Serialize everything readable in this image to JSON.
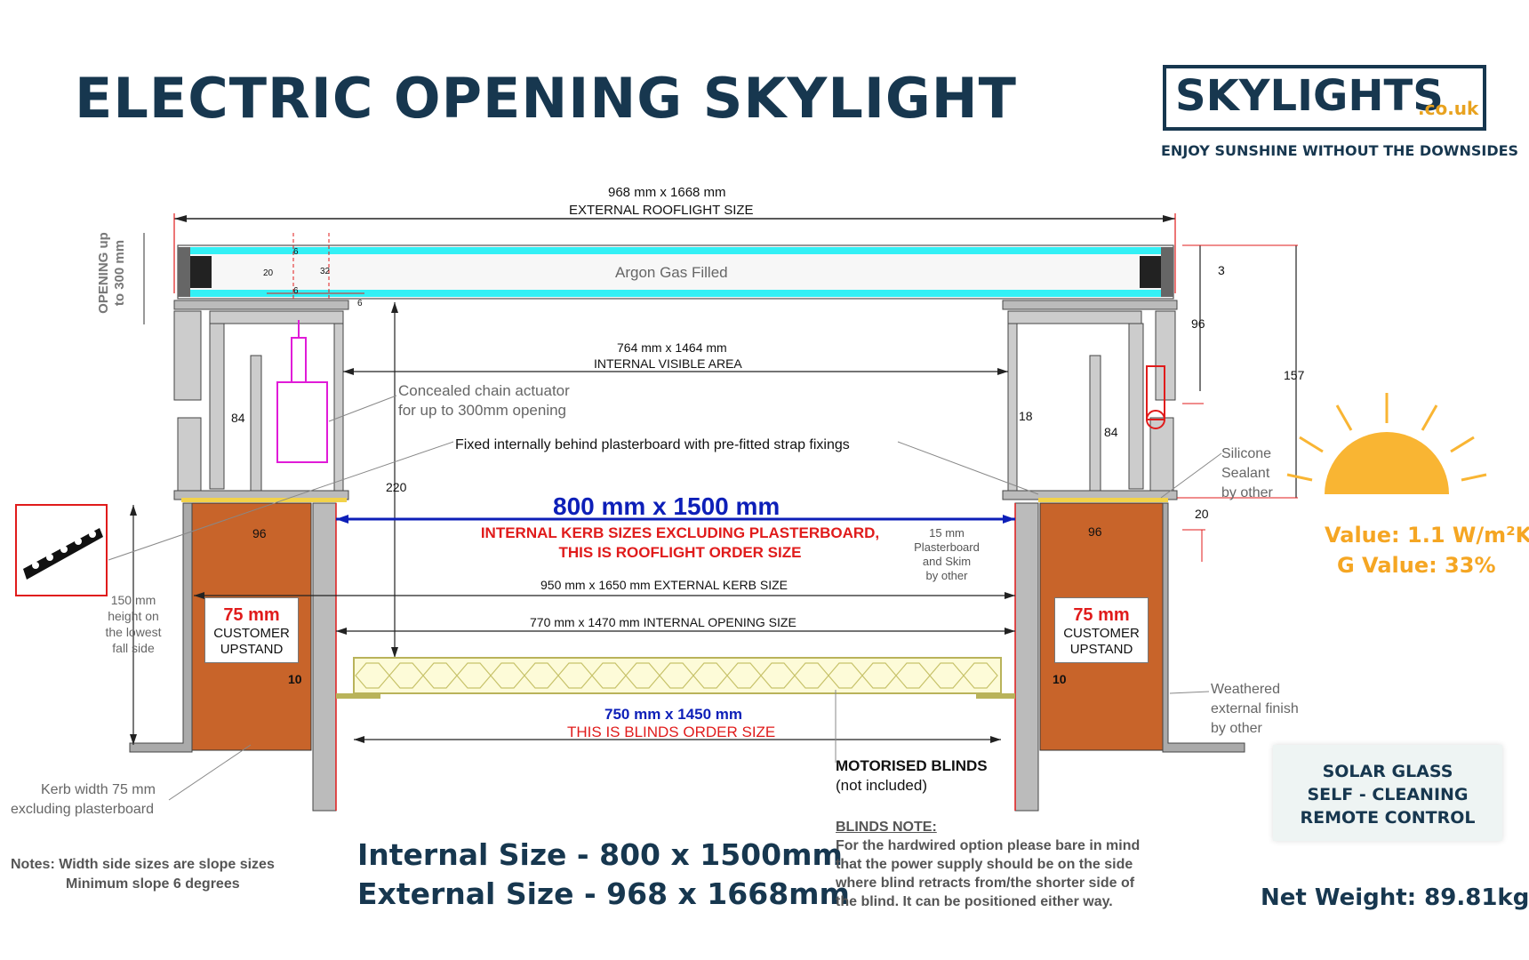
{
  "header": {
    "title": "ELECTRIC OPENING SKYLIGHT",
    "logo_main": "SKYLIGHTS",
    "logo_suffix": ".co.uk",
    "tagline": "ENJOY SUNSHINE WITHOUT THE DOWNSIDES"
  },
  "diagram": {
    "ext_rooflight_dims": "968 mm x 1668 mm",
    "ext_rooflight_label": "EXTERNAL ROOFLIGHT SIZE",
    "opening_line1": "OPENING up",
    "opening_line2": "to 300 mm",
    "argon": "Argon Gas Filled",
    "internal_visible_dims": "764 mm x 1464 mm",
    "internal_visible_label": "INTERNAL VISIBLE AREA",
    "actuator_line1": "Concealed chain actuator",
    "actuator_line2": "for up to 300mm opening",
    "fixed_note": "Fixed internally behind plasterboard with pre-fitted strap fixings",
    "kerb_size": "800 mm x 1500 mm",
    "kerb_note_line1": "INTERNAL KERB SIZES EXCLUDING PLASTERBOARD,",
    "kerb_note_line2": "THIS IS ROOFLIGHT ORDER SIZE",
    "plasterboard_line1": "15 mm",
    "plasterboard_line2": "Plasterboard",
    "plasterboard_line3": "and Skim",
    "plasterboard_line4": "by other",
    "ext_kerb": "950 mm x 1650 mm EXTERNAL KERB SIZE",
    "int_opening": "770 mm x 1470 mm INTERNAL OPENING SIZE",
    "blinds_size": "750 mm x 1450 mm",
    "blinds_label": "THIS IS BLINDS ORDER SIZE",
    "motorised_label": "MOTORISED BLINDS",
    "motorised_sub": "(not included)",
    "upstand_mm": "75 mm",
    "upstand_line1": "CUSTOMER",
    "upstand_line2": "UPSTAND",
    "height_line1": "150 mm",
    "height_line2": "height on",
    "height_line3": "the lowest",
    "height_line4": "fall side",
    "kerb_width_line1": "Kerb width 75 mm",
    "kerb_width_line2": "excluding plasterboard",
    "silicone_line1": "Silicone",
    "silicone_line2": "Sealant",
    "silicone_line3": "by other",
    "weathered_line1": "Weathered",
    "weathered_line2": "external finish",
    "weathered_line3": "by other",
    "d3": "3",
    "d96a": "96",
    "d157": "157",
    "d220": "220",
    "d84a": "84",
    "d84b": "84",
    "d18": "18",
    "d20a": "20",
    "d96l": "96",
    "d96r": "96",
    "d10l": "10",
    "d10r": "10",
    "d20s": "20",
    "d6a": "6",
    "d6b": "6",
    "d6c": "6",
    "d32": "32"
  },
  "specs": {
    "internal_size": "Internal Size  - 800 x 1500mm",
    "external_size": "External Size - 968 x 1668mm",
    "u_value": "Value: 1.1 W/m²K",
    "g_value": "G Value: 33%",
    "features": [
      "SOLAR GLASS",
      "SELF - CLEANING",
      "REMOTE CONTROL"
    ],
    "weight": "Net Weight: 89.81kg"
  },
  "notes": {
    "line1": "Notes: Width side sizes are slope sizes",
    "line2": "Minimum slope 6 degrees",
    "blinds_heading": "BLINDS NOTE:",
    "blinds_l1": "For the hardwired option please bare in mind",
    "blinds_l2": "that the power supply should be on the side",
    "blinds_l3": "where blind retracts from/the shorter side of",
    "blinds_l4": "the blind. It can be positioned either way."
  },
  "colors": {
    "brand": "#17374f",
    "accent": "#e8a21f",
    "glass": "#33f0f5",
    "kerb": "#c8642a",
    "dimension_red": "#e01b1b",
    "dimension_blue": "#0d1fb8"
  }
}
